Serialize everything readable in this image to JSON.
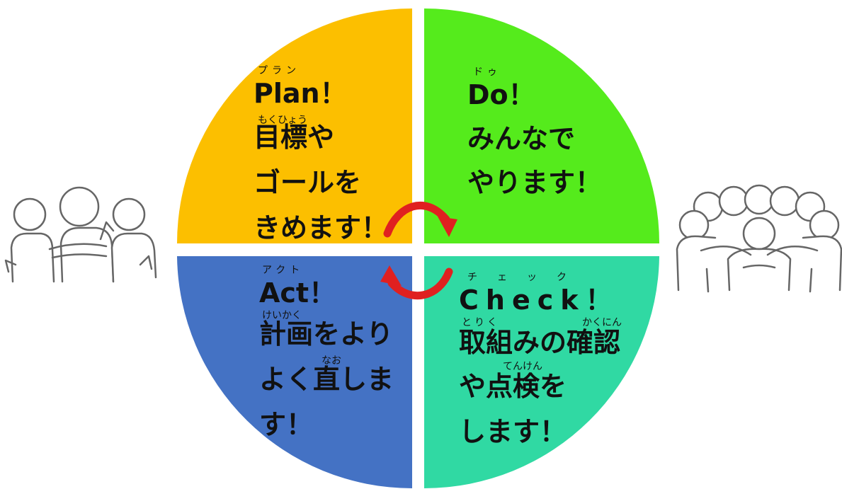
{
  "colors": {
    "plan": "#FCBF00",
    "do": "#55EB1C",
    "check": "#30D9A3",
    "act": "#4472C4",
    "arrow": "#E02020",
    "figure_stroke": "#666666",
    "figure_fill": "#ffffff"
  },
  "icons": {
    "left": "people-talking-icon",
    "right": "group-huddle-icon",
    "cycle": "cycle-arrows-icon"
  },
  "plan": {
    "ruby_title": "プラン",
    "title": "Plan！",
    "ruby_goal": "もくひょう",
    "line1": "目標や",
    "line2": "ゴールを",
    "line3": "きめます！"
  },
  "do": {
    "ruby_title": "ドゥ",
    "title": "Do！",
    "line1": "みんなで",
    "line2": "やります！"
  },
  "check": {
    "ruby_title": "チェック",
    "title": "Check！",
    "ruby_torikumi": "とりく",
    "ruby_kakunin": "かくにん",
    "line1": "取組みの確認",
    "ruby_tenken": "てんけん",
    "line2": "や点検を",
    "line3": "します！"
  },
  "act": {
    "ruby_title": "アクト",
    "title": "Act！",
    "ruby_keikaku": "けいかく",
    "line1": "計画をより",
    "ruby_nao": "なお",
    "line2": "よく直しま",
    "line3": "す！"
  }
}
